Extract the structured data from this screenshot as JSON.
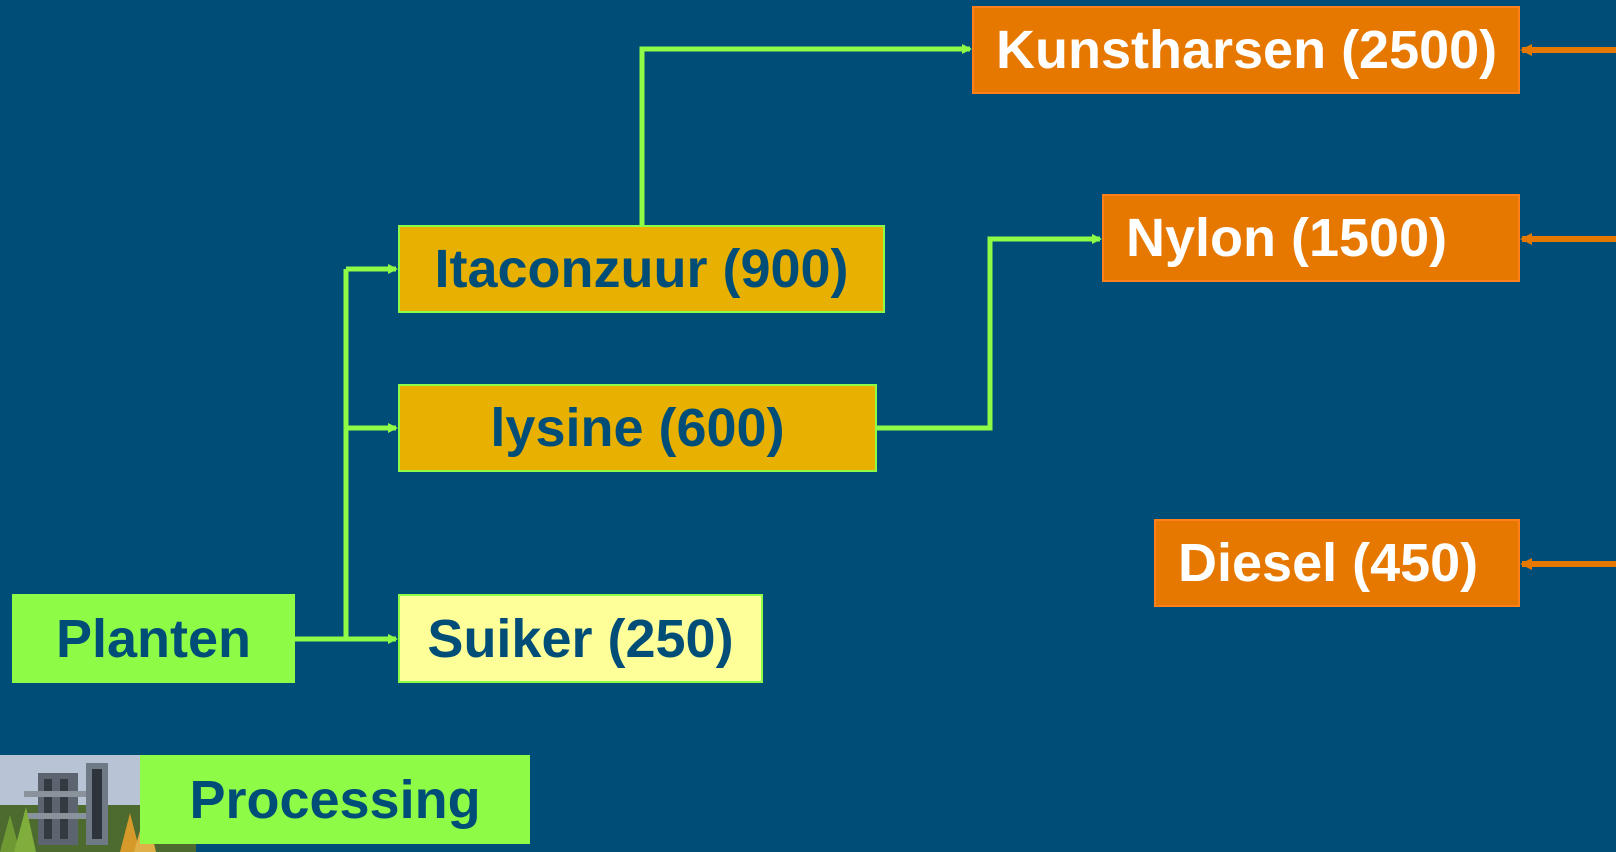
{
  "nodes": {
    "planten": "Planten",
    "itaconzuur": "Itaconzuur (900)",
    "lysine": "lysine (600)",
    "suiker": "Suiker (250)",
    "kunstharsen": "Kunstharsen (2500)",
    "nylon": "Nylon (1500)",
    "diesel": "Diesel (450)",
    "processing": "Processing"
  },
  "colors": {
    "background": "#004d78",
    "green": "#8efc46",
    "amber": "#e8b000",
    "pale_yellow": "#ffff99",
    "orange": "#e67800",
    "text_dark": "#004d78",
    "text_light": "#ffffff"
  },
  "icons": {
    "processing_photo": "industrial-plant-photo"
  }
}
